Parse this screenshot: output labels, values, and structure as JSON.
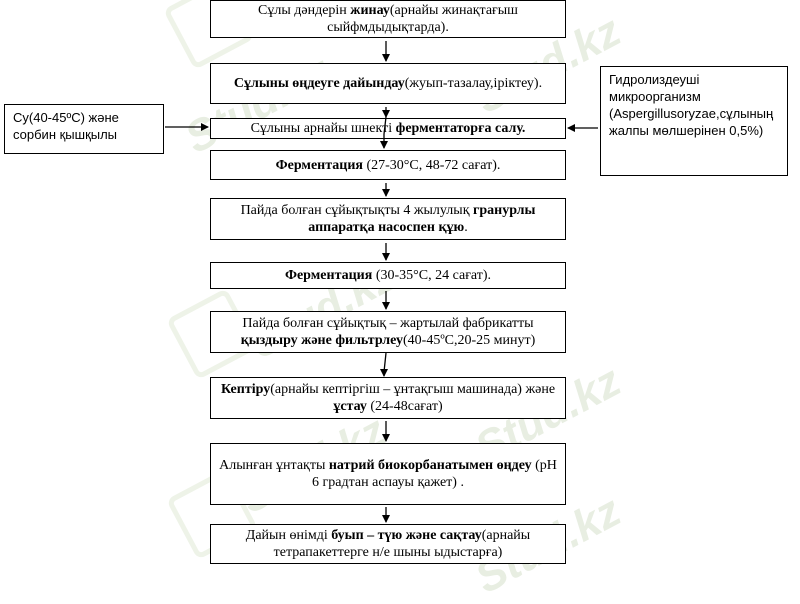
{
  "watermark": {
    "text": "Stud.kz"
  },
  "steps": [
    {
      "parts": [
        {
          "t": "Сұлы дәндерін "
        },
        {
          "t": "жинау",
          "b": true
        },
        {
          "t": "(арнайы жинақтағыш сыйфмдыдықтарда)."
        }
      ]
    },
    {
      "parts": [
        {
          "t": "Сұлыны өңдеуге дайындау",
          "b": true
        },
        {
          "t": "(жуып-тазалау,іріктеу)."
        }
      ]
    },
    {
      "parts": [
        {
          "t": "Сұлыны арнайы шнекті "
        },
        {
          "t": "ферментаторға салу.",
          "b": true
        }
      ]
    },
    {
      "parts": [
        {
          "t": "Ферментация",
          "b": true
        },
        {
          "t": " (27-30°С, 48-72 сағат)."
        }
      ]
    },
    {
      "parts": [
        {
          "t": "Пайда болған сұйықтықты 4 жылулық "
        },
        {
          "t": "гранурлы аппаратқа насоспен құю",
          "b": true
        },
        {
          "t": "."
        }
      ]
    },
    {
      "parts": [
        {
          "t": "Ферментация",
          "b": true
        },
        {
          "t": " (30-35°С, 24 сағат)."
        }
      ]
    },
    {
      "parts": [
        {
          "t": "Пайда болған сұйықтық – жартылай фабрикатты "
        },
        {
          "t": "қыздыру және фильтрлеу",
          "b": true
        },
        {
          "t": "(40-45ºС,20-25 минут)"
        }
      ]
    },
    {
      "parts": [
        {
          "t": "Кептіру",
          "b": true
        },
        {
          "t": "(арнайы кептіргіш – ұнтақгыш машинада) және "
        },
        {
          "t": "ұстау",
          "b": true
        },
        {
          "t": " (24-48сағат)"
        }
      ]
    },
    {
      "parts": [
        {
          "t": "Алынған ұнтақты "
        },
        {
          "t": "натрий биокорбанатымен өңдеу",
          "b": true
        },
        {
          "t": " (рН 6 градтан аспауы қажет) ."
        }
      ]
    },
    {
      "parts": [
        {
          "t": "Дайын өнімді "
        },
        {
          "t": "буып – түю  және сақтау",
          "b": true
        },
        {
          "t": "(арнайы тетрапакеттерге н/е шыны ыдыстарға)"
        }
      ]
    }
  ],
  "left_input": {
    "text": "Су(40-45ºС) және сорбин қышқылы"
  },
  "right_input": {
    "parts": [
      {
        "t": "Гидролиздеуші микроорганизм ("
      },
      {
        "t": "Aspergillusoryzae",
        "b": true
      },
      {
        "t": ",сұлының жалпы мөлшерінен "
      },
      {
        "t": "0,5%)",
        "b": true
      }
    ]
  }
}
